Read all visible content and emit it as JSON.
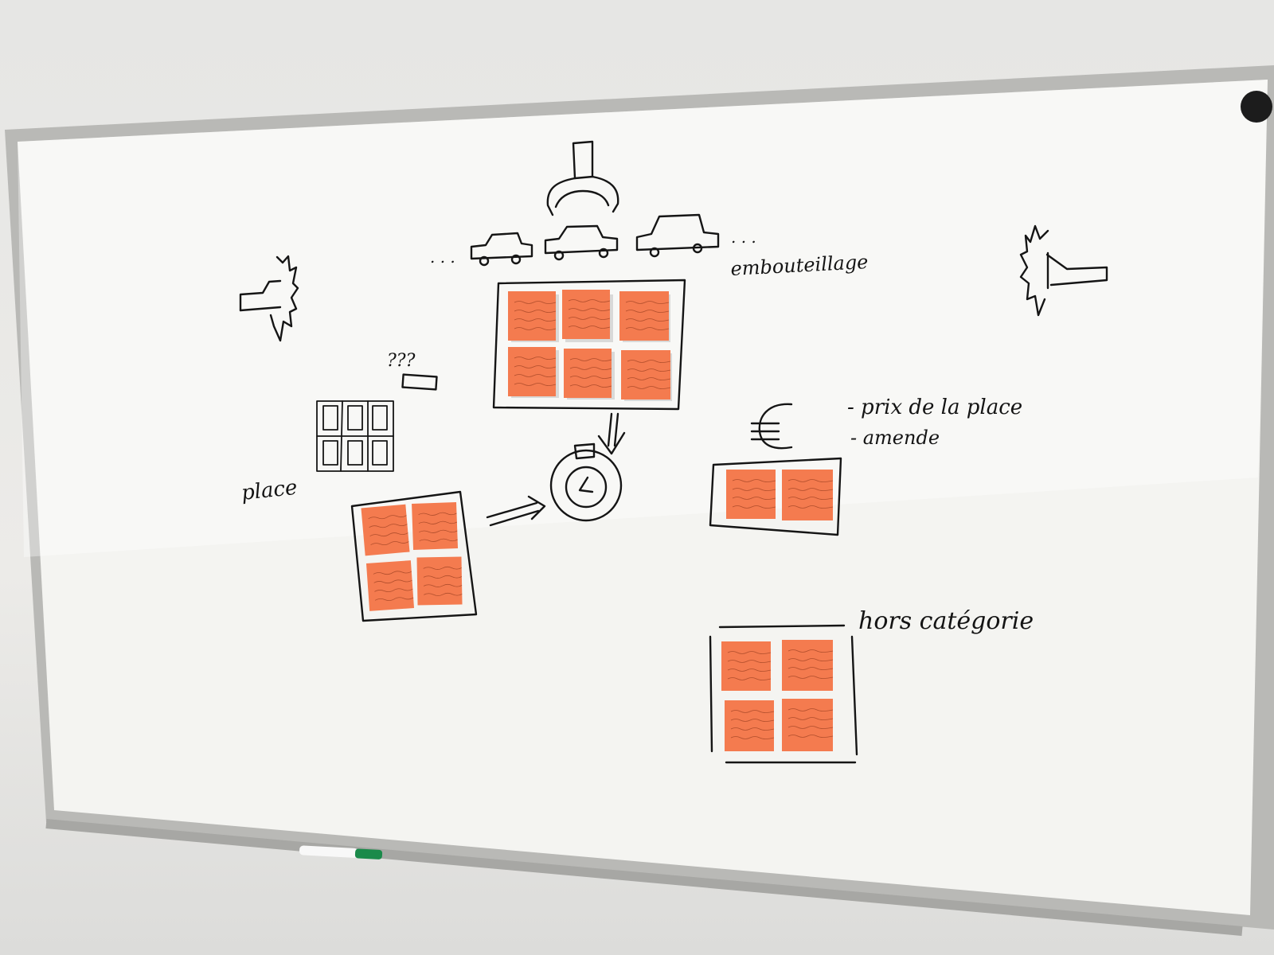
{
  "labels": {
    "bottleneck": "embouteillage",
    "price_item_1": "- prix de la place",
    "price_item_2": "- amende",
    "place": "place",
    "question": "???",
    "off_category": "hors catégorie",
    "ellipsis_left": ". . .",
    "ellipsis_right": ". . ."
  },
  "colors": {
    "sticky_note": "#f47b4f",
    "ink": "#151515",
    "board": "#f4f4f1",
    "frame": "#b9b9b6",
    "marker_cap": "#1a8a4a"
  },
  "icons": [
    "car-icon",
    "claw-icon",
    "euro-icon",
    "clock-icon",
    "parking-barrier-icon",
    "parking-grid-icon",
    "marker-icon"
  ],
  "clusters": {
    "top": {
      "note_count": 6
    },
    "left": {
      "note_count": 4
    },
    "euro": {
      "note_count": 2
    },
    "off_category": {
      "note_count": 4
    }
  }
}
